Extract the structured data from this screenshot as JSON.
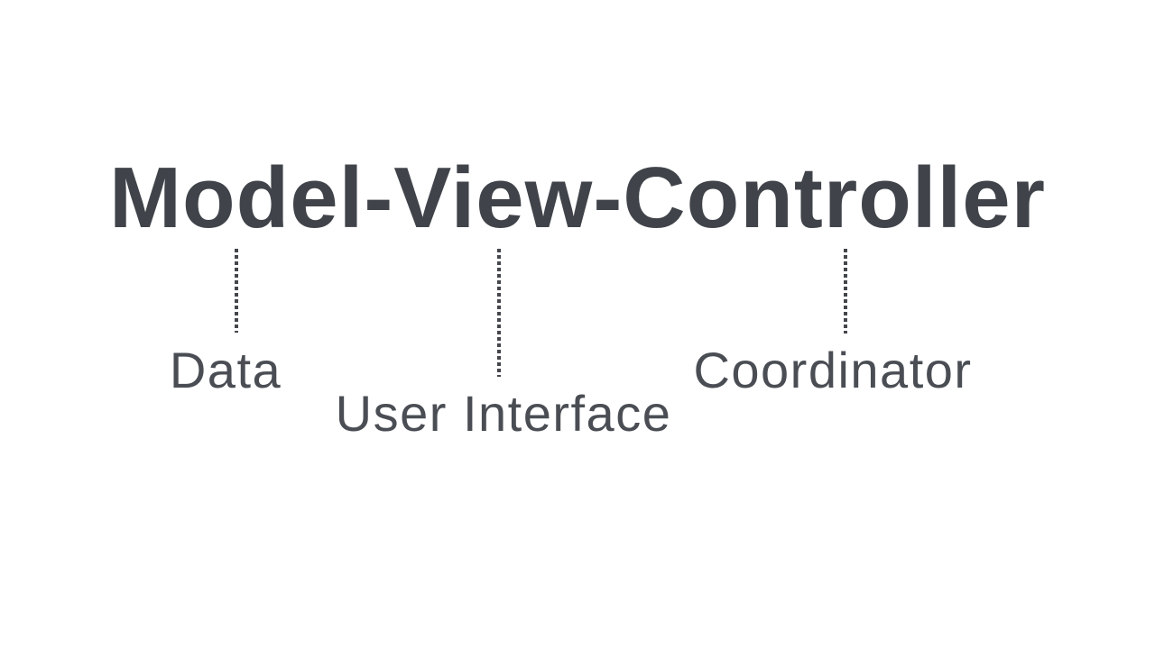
{
  "diagram": {
    "title": "Model-View-Controller",
    "annotations": [
      {
        "term": "Model",
        "label": "Data"
      },
      {
        "term": "View",
        "label": "User Interface"
      },
      {
        "term": "Controller",
        "label": "Coordinator"
      }
    ],
    "colors": {
      "background": "#ffffff",
      "title": "#40444a",
      "label": "#4a4e54",
      "connector": "#43464b"
    }
  }
}
